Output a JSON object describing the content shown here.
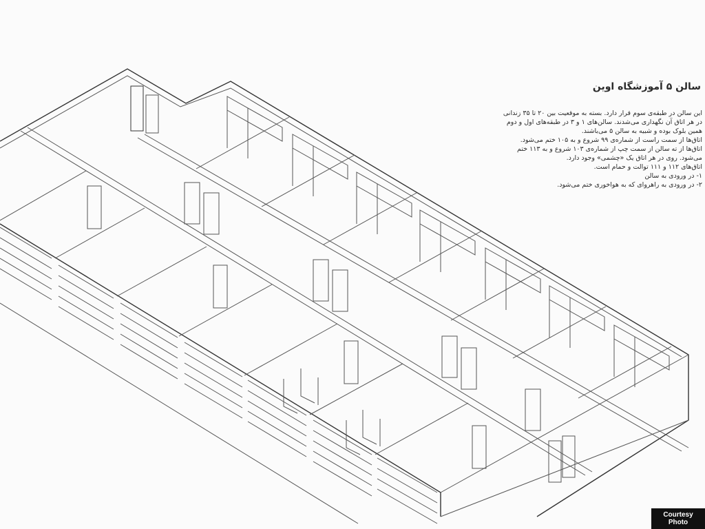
{
  "title": "سالن ۵ آموزشگاه اوین",
  "description": {
    "lines": [
      "این سالن در طبقه‌ی سوم قرار دارد. بسته به موقعیت بین ۲۰ تا ۳۵ زندانی",
      "در هر اتاق آن نگهداری می‌شدند. سالن‌های ۱ و ۳ در طبقه‌های اول و دوم",
      "همین بلوک بوده و شبیه به سالن ۵ می‌باشند.",
      "اتاق‌ها از سمت راست از شماره‌ی ۹۹ شروع و به ۱۰۵ ختم می‌شود.",
      "اتاق‌ها از ته سالن از سمت چپ از شماره‌ی ۱۰۳ شروع و به ۱۱۳ ختم",
      "می‌شود. روی در هر اتاق یک «چشمی» وجود دارد.",
      "اتاق‌های ۱۱۲ و ۱۱۱ توالت و حمام است.",
      "۱- در ورودی به سالن",
      "۲- در ورودی به راهرو‌ای که به هواخوری ختم می‌شود."
    ]
  },
  "credit": "Courtesy Photo",
  "colors": {
    "background": "#fbfbfb",
    "line": "#555555",
    "credit_bg": "#111111",
    "credit_text": "#ffffff"
  }
}
